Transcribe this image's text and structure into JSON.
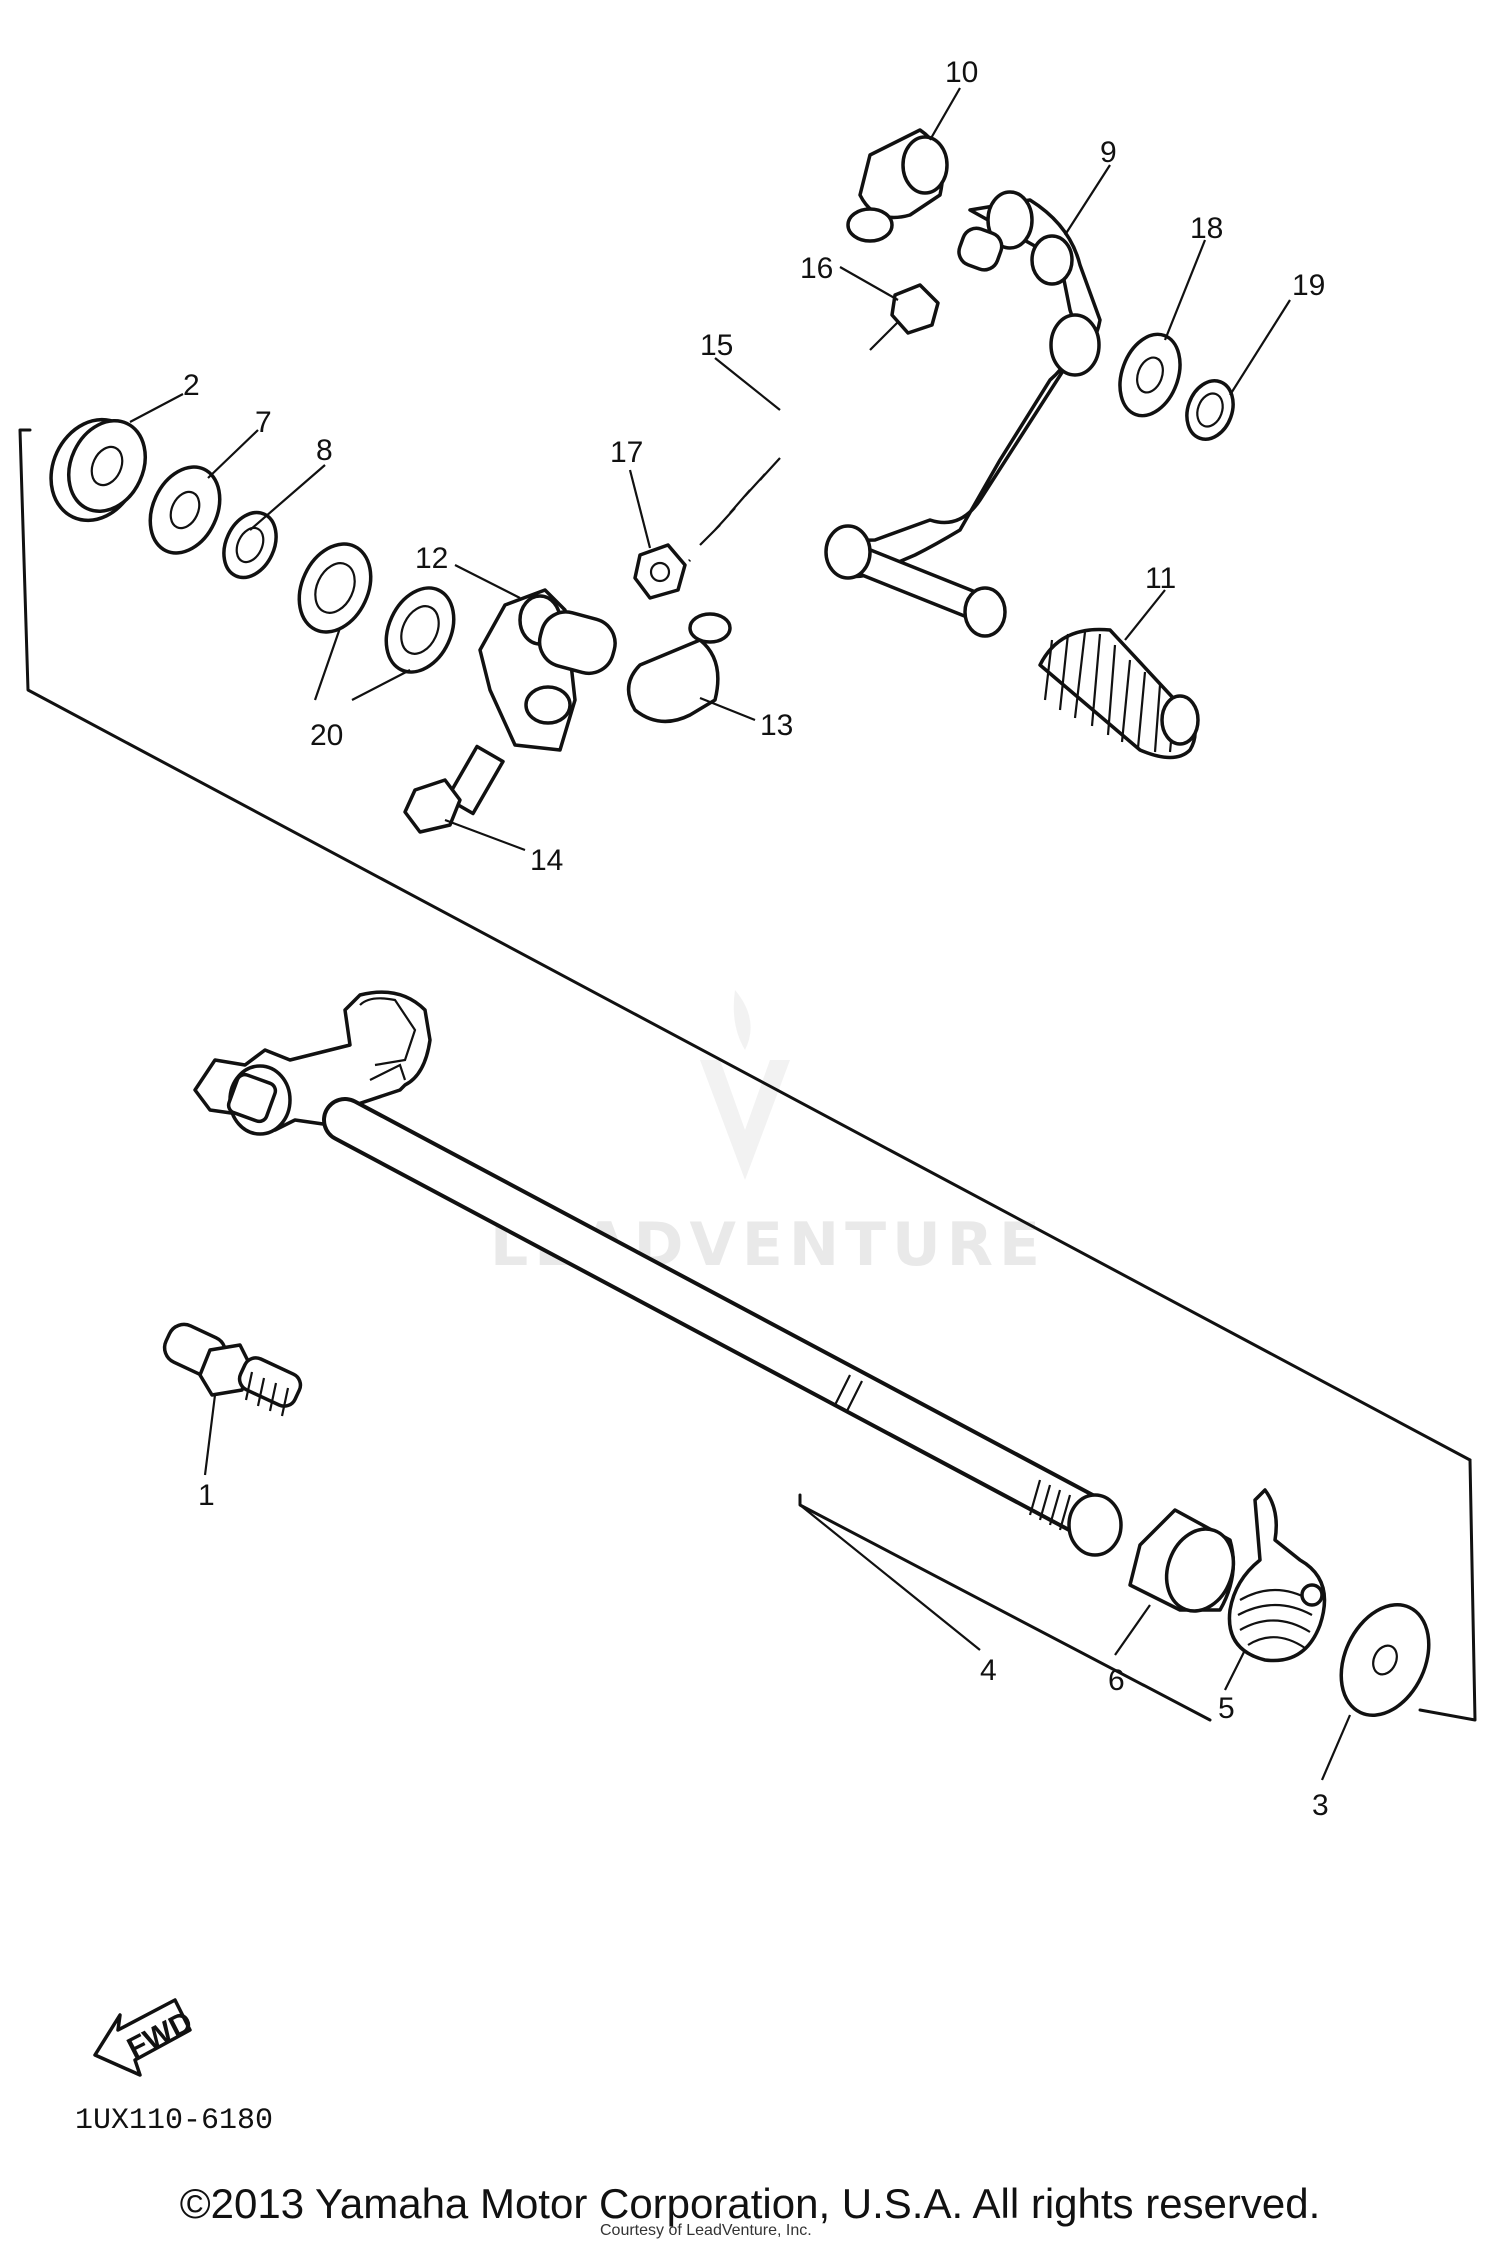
{
  "callouts": {
    "c1": "1",
    "c2": "2",
    "c3": "3",
    "c4": "4",
    "c5": "5",
    "c6": "6",
    "c7": "7",
    "c8": "8",
    "c9": "9",
    "c10": "10",
    "c11": "11",
    "c12": "12",
    "c13": "13",
    "c14": "14",
    "c15": "15",
    "c16": "16",
    "c17": "17",
    "c18": "18",
    "c19": "19",
    "c20": "20"
  },
  "arrow_label": "FWD",
  "diagram_code": "1UX110-6180",
  "watermark": "LEADVENTURE",
  "copyright": "©2013 Yamaha Motor Corporation, U.S.A. All rights reserved.",
  "courtesy": "Courtesy of LeadVenture, Inc."
}
